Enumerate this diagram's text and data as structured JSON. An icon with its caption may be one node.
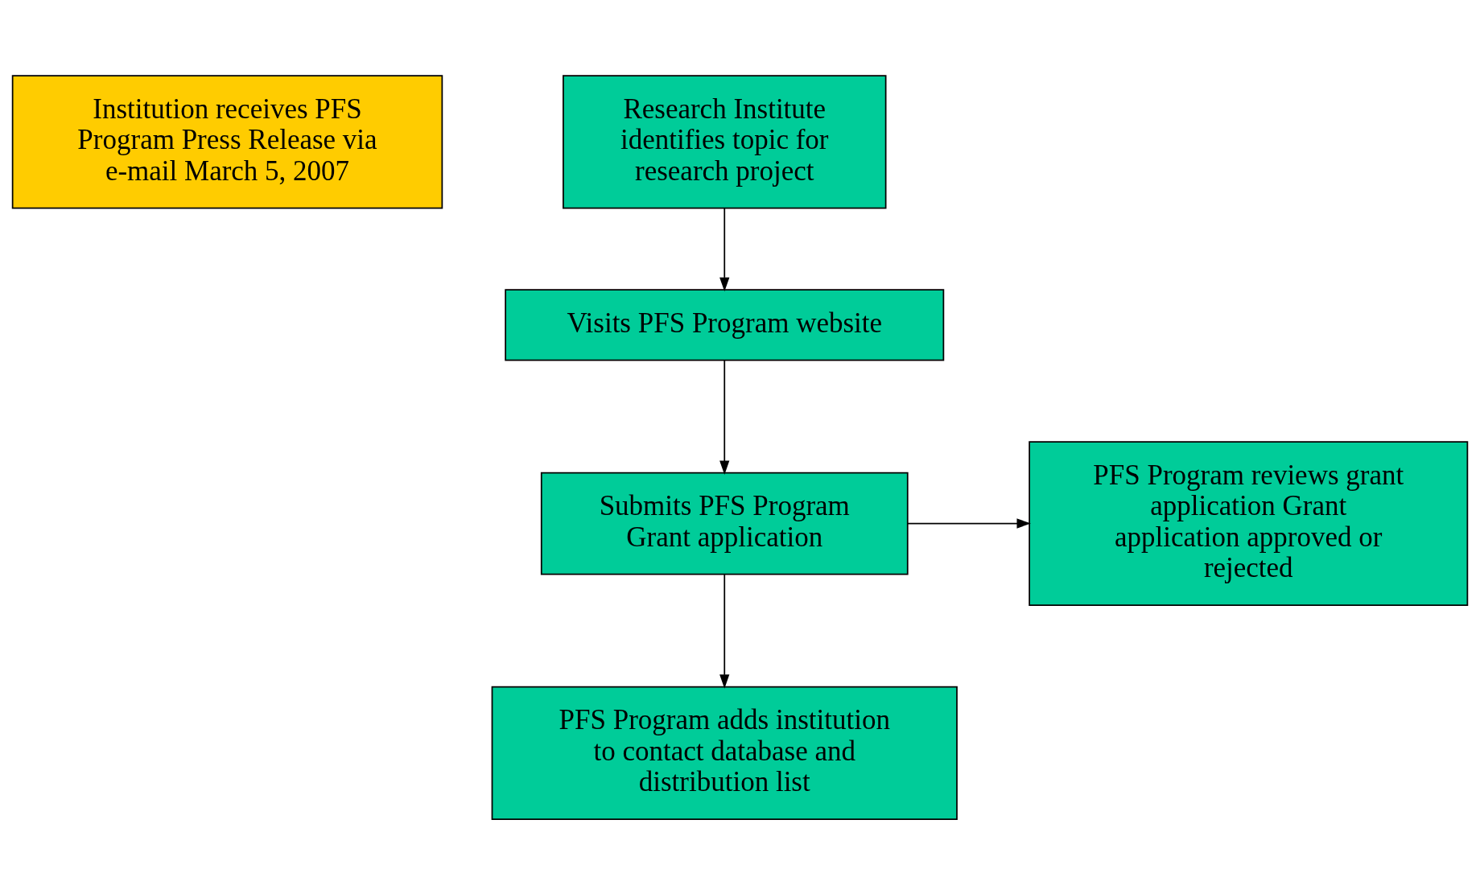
{
  "diagram": {
    "nodes": [
      {
        "text": [
          "Institution receives PFS Program Press Release via e-mail March 5, 2007"
        ]
      },
      {
        "text": [
          "Research Institute identifies topic for research project"
        ]
      },
      {
        "text": [
          "Visits PFS Program website"
        ]
      },
      {
        "text": [
          "PFS Program reviews grant application Grant application approved or rejected"
        ]
      },
      {
        "text": [
          "Submits PFS Program Grant application"
        ]
      },
      {
        "text": [
          "PFS Program adds institution to contact database and distribution list"
        ]
      }
    ],
    "edges": [
      {
        "from": 1,
        "to": 2,
        "arrow": "to"
      },
      {
        "from": 2,
        "to": 4,
        "arrow": "to"
      },
      {
        "from": 4,
        "to": 3,
        "arrow": "to"
      },
      {
        "from": 4,
        "to": 5,
        "arrow": "to"
      }
    ]
  }
}
